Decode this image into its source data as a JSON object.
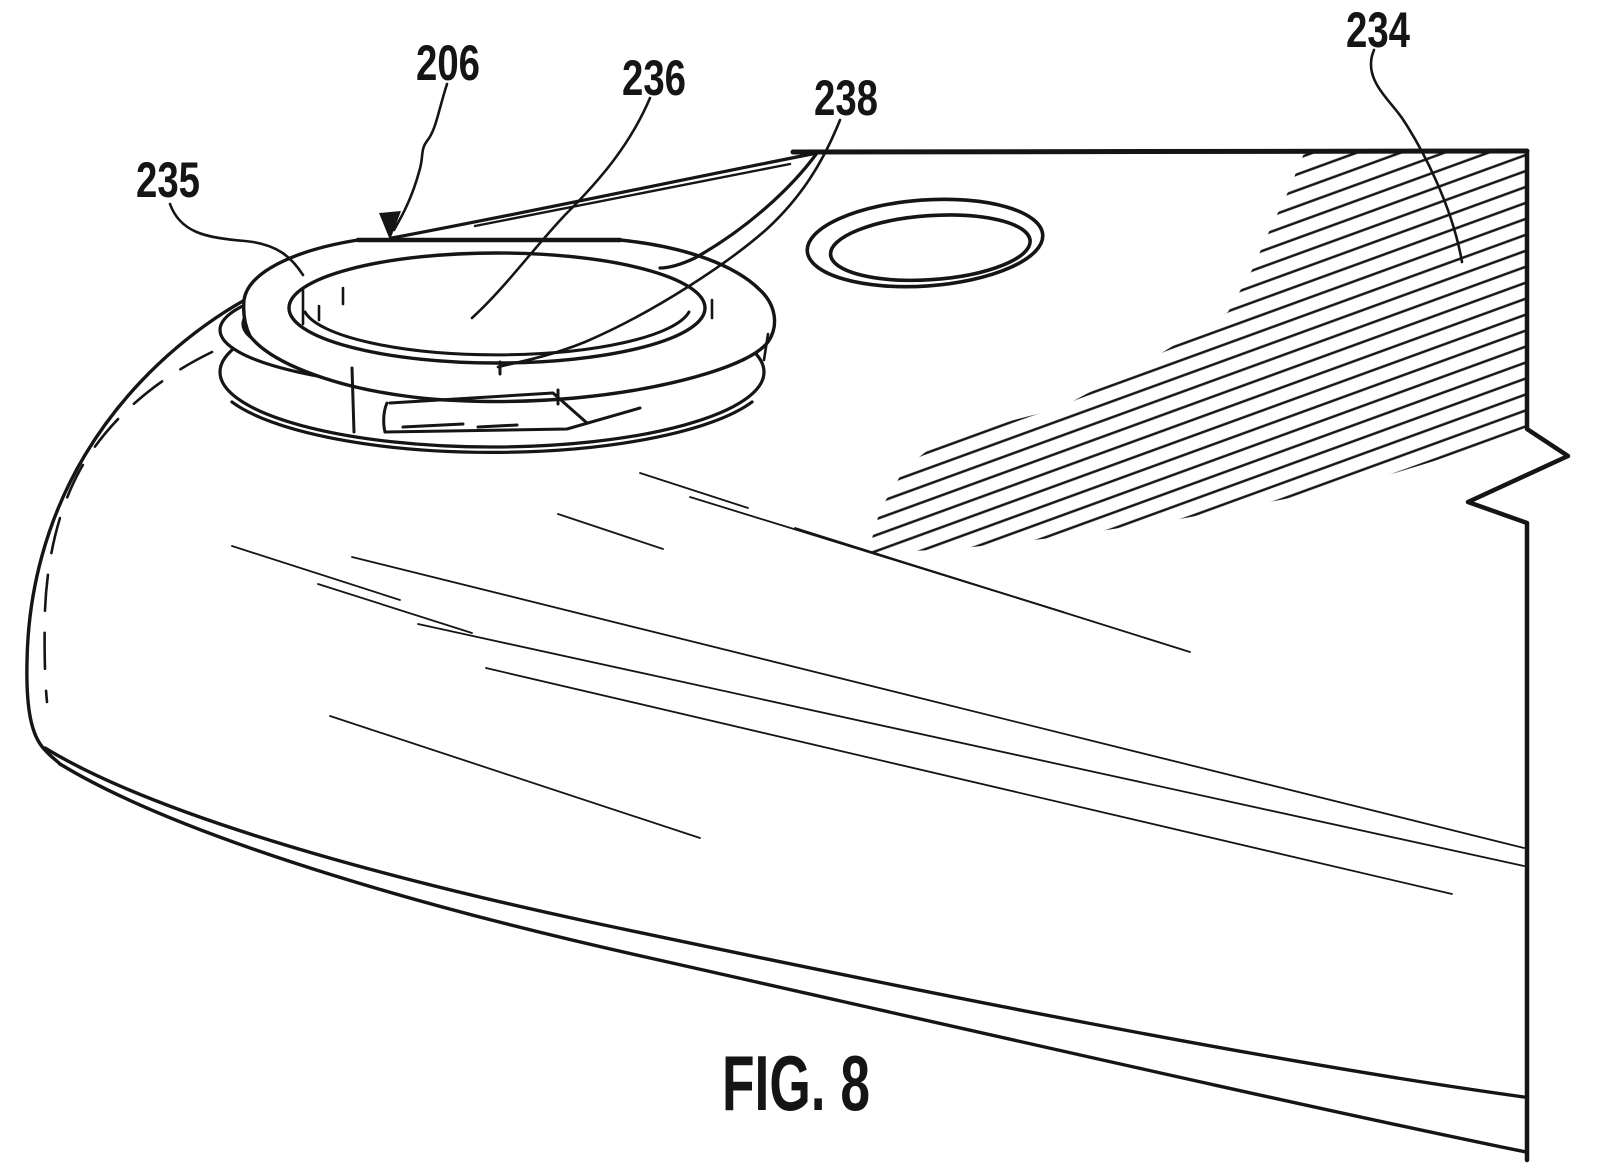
{
  "figure": {
    "caption": "FIG. 8",
    "type": "patent-line-drawing"
  },
  "labels": {
    "n235": "235",
    "n206": "206",
    "n236": "236",
    "n238": "238",
    "n234": "234"
  },
  "colors": {
    "ink": "#151515",
    "background": "#ffffff"
  }
}
